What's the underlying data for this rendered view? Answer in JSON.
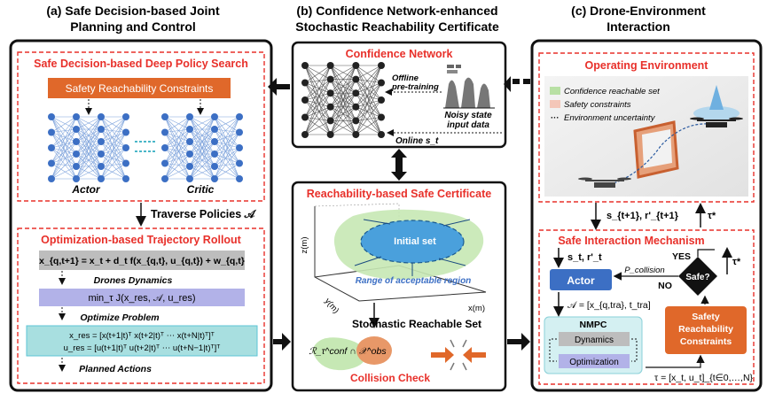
{
  "colors": {
    "accent_red": "#e8302a",
    "orange": "#e0682a",
    "blue": "#3c6fc4",
    "cyan": "#5cc6d6",
    "teal_bg": "#a8dfe0",
    "gray": "#bdbdbd",
    "purple": "#b2b2e8",
    "green": "#b8e0a4"
  },
  "panel_a": {
    "title_line1": "(a) Safe Decision-based Joint",
    "title_line2": "Planning and Control",
    "policy_title": "Safe Decision-based Deep Policy Search",
    "safety_bar": "Safety Reachability Constraints",
    "actor": "Actor",
    "critic": "Critic",
    "traverse": "Traverse Policies 𝒜",
    "opt_title": "Optimization-based Trajectory Rollout",
    "dyn_eq": "x_{q,t+1} = x_t + d_t f(x_{q,t}, u_{q,t}) + w_{q,t}",
    "dyn_label": "Drones Dynamics",
    "prob_eq": "min_τ J(x_res, 𝒜, u_res)",
    "prob_label": "Optimize Problem",
    "xres_eq": "x_res = [x(t+1|t)ᵀ x(t+2|t)ᵀ ⋯ x(t+N|t)ᵀ]ᵀ",
    "ures_eq": "u_res = [u(t+1|t)ᵀ u(t+2|t)ᵀ ⋯ u(t+N−1|t)ᵀ]ᵀ",
    "planned": "Planned Actions"
  },
  "panel_b": {
    "title_line1": "(b) Confidence Network-enhanced",
    "title_line2": "Stochastic Reachability Certificate",
    "conf_title": "Confidence Network",
    "offline1": "Offline",
    "offline2": "pre-training",
    "noisy1": "Noisy state",
    "noisy2": "input data",
    "online": "Online s_t",
    "reach_title": "Reachability-based Safe Certificate",
    "initial_set": "Initial set",
    "range": "Range of acceptable region",
    "zlabel": "z(m)",
    "ylabel": "y(m)",
    "xlabel": "x(m)",
    "stoch": "Stochastic Reachable Set",
    "rconf": "ℛ_τ^conf ∩ 𝒳^obs",
    "collision": "Collision Check"
  },
  "panel_c": {
    "title_line1": "(c) Drone-Environment",
    "title_line2": "Interaction",
    "env_title": "Operating Environment",
    "legend_green": "Confidence reachable set",
    "legend_orange": "Safety constraints",
    "legend_dots": "Environment uncertainty",
    "state_label": "s_{t+1}, r'_{t+1}",
    "tau_up": "τ*",
    "sim_title": "Safe Interaction Mechanism",
    "st": "s_t, r'_t",
    "pcoll": "P_collision",
    "yes": "YES",
    "no": "NO",
    "safe": "Safe?",
    "tau_star": "τ*",
    "actor": "Actor",
    "a_eq": "𝒜 = [x_{q,tra}, t_tra]",
    "nmpc": "NMPC",
    "dynamics": "Dynamics",
    "optimization": "Optimization",
    "src1": "Safety",
    "src2": "Reachability",
    "src3": "Constraints",
    "tau_eq": "τ = [x_t, u_t]_{t∈0,…,N}"
  }
}
